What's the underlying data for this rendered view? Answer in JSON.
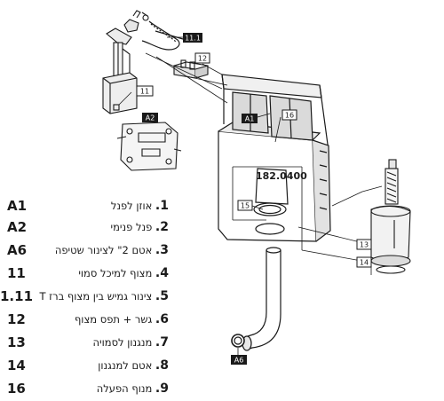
{
  "diagram": {
    "model_number": "182.0400",
    "callouts": {
      "c_11_1": "11.1",
      "c_12": "12",
      "c_11": "11",
      "c_A2": "A2",
      "c_A1": "A1",
      "c_16": "16",
      "c_15": "15",
      "c_13": "13",
      "c_14": "14",
      "c_A6": "A6"
    }
  },
  "legend": [
    {
      "code": "A1",
      "num": "1.",
      "text": "אוזן לפנל"
    },
    {
      "code": "A2",
      "num": "2.",
      "text": "פנל פנימי"
    },
    {
      "code": "A6",
      "num": "3.",
      "text": "אטם 2\" לצינור שטיפה"
    },
    {
      "code": "11",
      "num": "4.",
      "text": "מצוף למיכל סמוי"
    },
    {
      "code": "1.11",
      "num": "5.",
      "text": "צינור גמיש בין מצוף ברז T"
    },
    {
      "code": "12",
      "num": "6.",
      "text": "גשר + תפס מצוף"
    },
    {
      "code": "13",
      "num": "7.",
      "text": "מנגנון לסמויה"
    },
    {
      "code": "14",
      "num": "8.",
      "text": "אטם למנגנון"
    },
    {
      "code": "16",
      "num": "9.",
      "text": "מנוף הפעלה"
    }
  ]
}
